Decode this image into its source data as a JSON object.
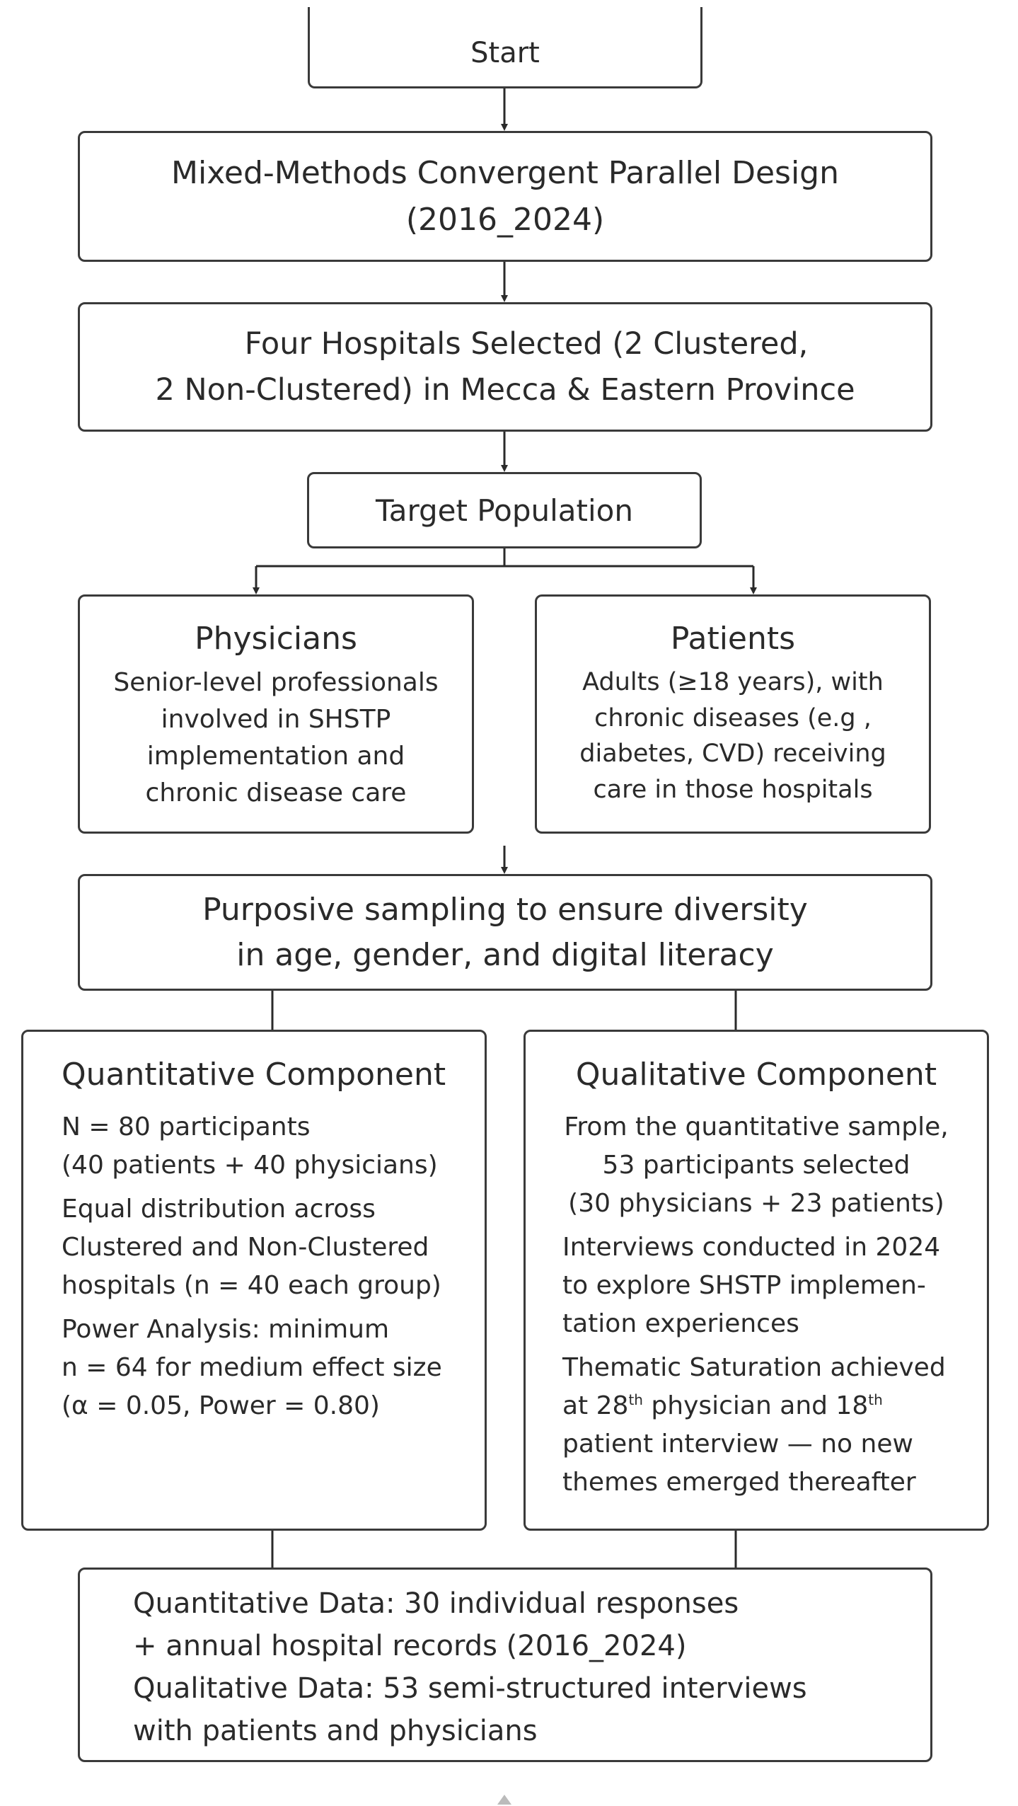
{
  "start": {
    "label": "Start"
  },
  "design": {
    "line1": "Mixed-Methods Convergent Parallel Design",
    "line2": "(2016_2024)"
  },
  "hospitals": {
    "line1": "Four Hospitals Selected (2 Clustered,",
    "line2": "2 Non-Clustered) in Mecca & Eastern Province"
  },
  "target": {
    "label": "Target Population"
  },
  "physicians": {
    "title": "Physicians",
    "lines": [
      "Senior-level professionals",
      "involved in SHSTP",
      "implementation and",
      "chronic disease care"
    ]
  },
  "patients": {
    "title": "Patients",
    "lines": [
      "Adults (≥18 years), with",
      "chronic diseases (e.g ,",
      "diabetes, CVD) receiving",
      "care in those hospitals"
    ]
  },
  "sampling": {
    "line1": "Purposive sampling to ensure diversity",
    "line2": "in age, gender, and digital literacy"
  },
  "quantitative": {
    "title": "Quantitative Component",
    "lines": [
      "N = 80 participants",
      "(40 patients + 40 physicians)",
      "Equal distribution across",
      "Clustered and Non-Clustered",
      "hospitals (n = 40 each group)",
      "Power Analysis: minimum",
      "n = 64 for medium effect size",
      "(α = 0.05, Power = 0.80)"
    ]
  },
  "qualitative": {
    "title": "Qualitative Component",
    "intro": [
      "From the quantitative sample,",
      "53 participants selected",
      "(30 physicians + 23 patients)"
    ],
    "interviews": [
      "Interviews conducted in 2024",
      "to explore SHSTP implemen-",
      "tation experiences"
    ],
    "saturation": {
      "a": "Thematic Saturation achieved",
      "b1": "at 28",
      "sup1": "th",
      "b2": " physician and 18",
      "sup2": "th",
      "c": "patient interview — no new",
      "d": "themes emerged thereafter"
    }
  },
  "data": {
    "lines": [
      "Quantitative Data: 30 individual responses",
      "+ annual hospital records (2016_2024)",
      "Qualitative Data: 53 semi-structured interviews",
      "with patients and physicians"
    ]
  }
}
